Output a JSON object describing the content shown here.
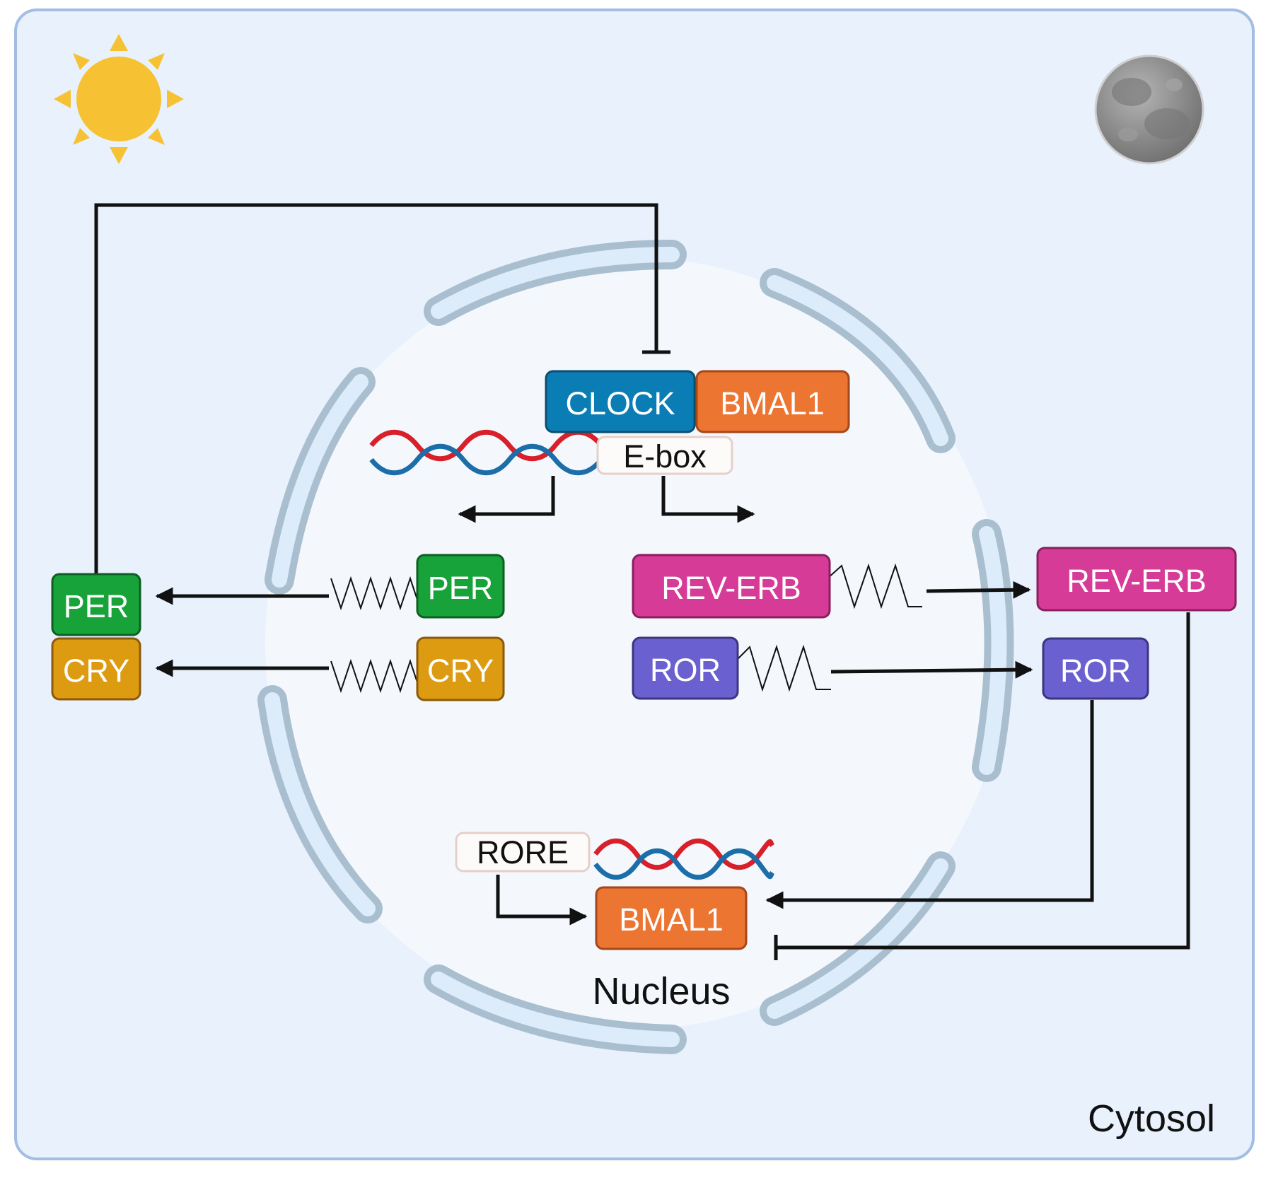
{
  "title": "",
  "labels": {
    "cytosol": "Cytosol",
    "nucleus": "Nucleus",
    "ebox": "E-box",
    "rore": "RORE"
  },
  "proteins": {
    "clock": "CLOCK",
    "bmal1_top": "BMAL1",
    "bmal1_bottom": "BMAL1",
    "per_inner": "PER",
    "cry_inner": "CRY",
    "per_outer": "PER",
    "cry_outer": "CRY",
    "reverb_inner": "REV-ERB",
    "reverb_outer": "REV-ERB",
    "ror_inner": "ROR",
    "ror_outer": "ROR"
  },
  "icons": {
    "day": "sun-icon",
    "night": "moon-icon",
    "dna": "dna-double-helix-icon",
    "mrna": "mrna-wave-icon"
  },
  "colors": {
    "cytosol_fill": "#e8f1fc",
    "cytosol_border": "#a4bde3",
    "nucleus_fill": "#f4f8fd",
    "membrane": "#b0c4d4",
    "clock": "#0a7db5",
    "bmal1": "#ec7532",
    "per": "#17a339",
    "cry": "#dd9b12",
    "reverb": "#d63b97",
    "ror": "#6a60cf",
    "dna_red": "#d9202a",
    "dna_blue": "#1b6ea8",
    "sun": "#f6c234"
  }
}
